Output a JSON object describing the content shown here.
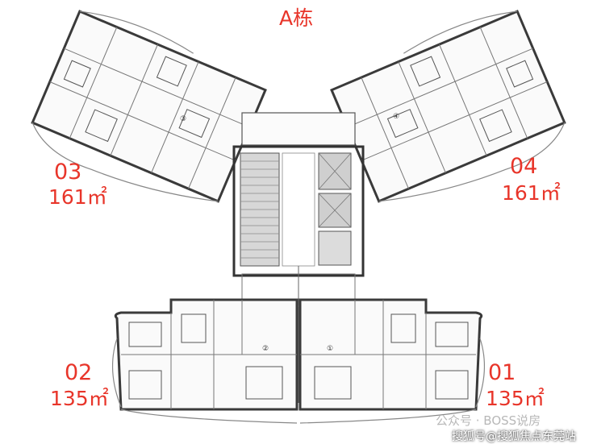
{
  "building_title": "A栋",
  "units": [
    {
      "number": "03",
      "area": "161㎡"
    },
    {
      "number": "04",
      "area": "161㎡"
    },
    {
      "number": "02",
      "area": "135㎡"
    },
    {
      "number": "01",
      "area": "135㎡"
    }
  ],
  "unit_marks": [
    "③",
    "④",
    "②",
    "①"
  ],
  "watermark_top": "公众号 · BOSS说房",
  "watermark_bottom": "搜狐号@搜狐焦点东莞站",
  "colors": {
    "label_red": "#e8352a",
    "wall": "#3a3a3a",
    "line": "#777777"
  }
}
